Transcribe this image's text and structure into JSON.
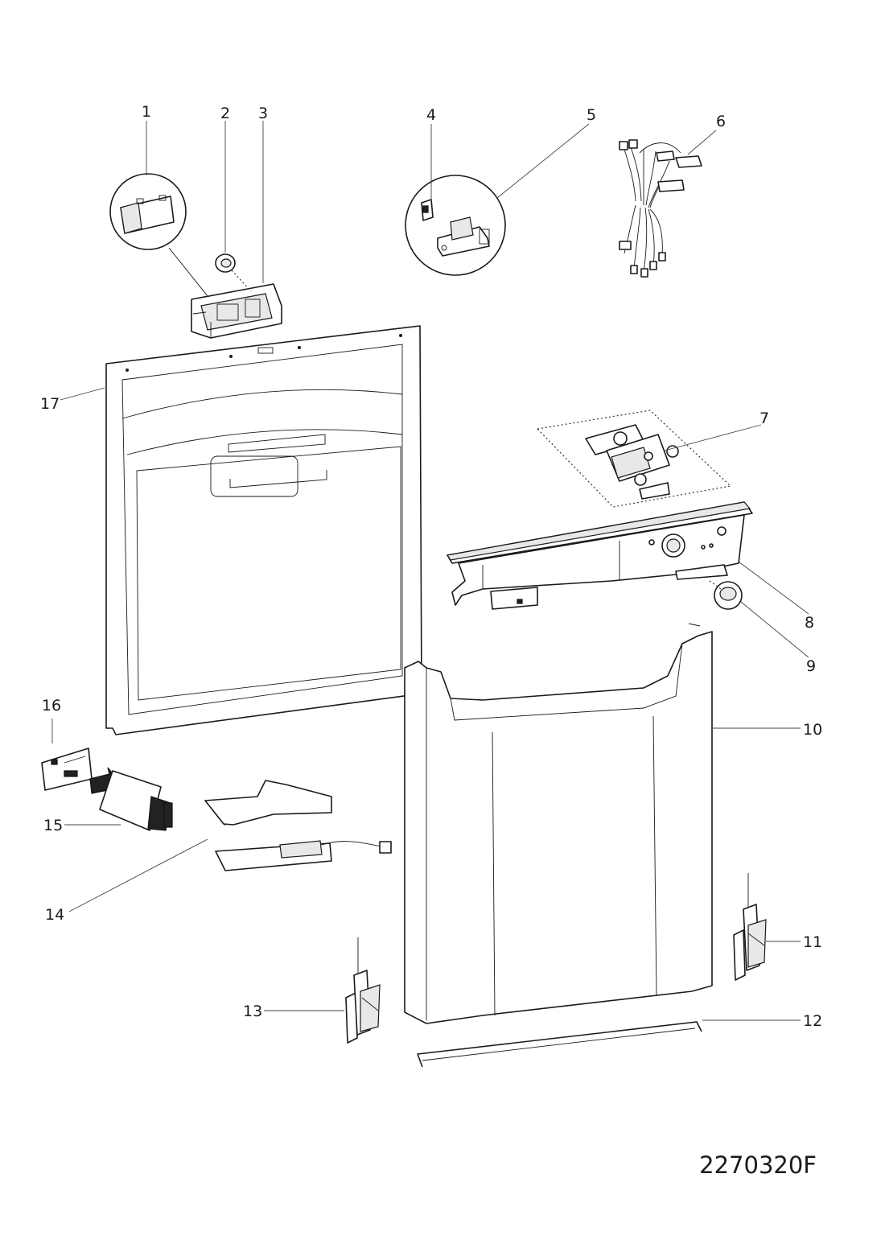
{
  "drawing_code": "2270320F",
  "callouts": [
    "1",
    "2",
    "3",
    "4",
    "5",
    "6",
    "7",
    "8",
    "9",
    "10",
    "11",
    "12",
    "13",
    "14",
    "15",
    "16",
    "17"
  ]
}
